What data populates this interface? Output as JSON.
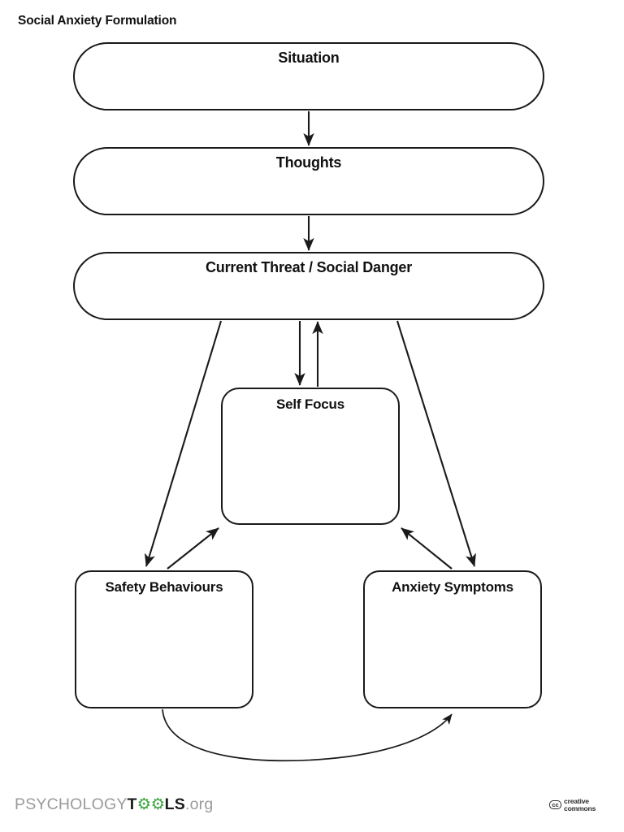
{
  "document": {
    "title": "Social Anxiety Formulation"
  },
  "diagram": {
    "type": "flowchart",
    "nodes": [
      {
        "id": "situation",
        "label": "Situation"
      },
      {
        "id": "thoughts",
        "label": "Thoughts"
      },
      {
        "id": "threat",
        "label": "Current Threat / Social Danger"
      },
      {
        "id": "self_focus",
        "label": "Self Focus"
      },
      {
        "id": "safety",
        "label": "Safety Behaviours"
      },
      {
        "id": "anxiety",
        "label": "Anxiety Symptoms"
      }
    ],
    "edges": [
      {
        "from": "situation",
        "to": "thoughts",
        "style": "straight",
        "direction": "one-way"
      },
      {
        "from": "thoughts",
        "to": "threat",
        "style": "straight",
        "direction": "one-way"
      },
      {
        "from": "threat",
        "to": "self_focus",
        "style": "straight",
        "direction": "one-way"
      },
      {
        "from": "self_focus",
        "to": "threat",
        "style": "straight",
        "direction": "one-way"
      },
      {
        "from": "threat",
        "to": "safety",
        "style": "diagonal",
        "direction": "one-way"
      },
      {
        "from": "threat",
        "to": "anxiety",
        "style": "diagonal",
        "direction": "one-way"
      },
      {
        "from": "safety",
        "to": "self_focus",
        "style": "diagonal",
        "direction": "one-way"
      },
      {
        "from": "anxiety",
        "to": "self_focus",
        "style": "diagonal",
        "direction": "one-way"
      },
      {
        "from": "safety",
        "to": "anxiety",
        "style": "curved",
        "direction": "one-way"
      }
    ]
  },
  "footer": {
    "brand": {
      "part_1": "PSYCHOLOGY",
      "part_2": "T",
      "gears": "⚙⚙",
      "part_3": "LS",
      "suffix": ".org"
    },
    "license": {
      "badge": "cc",
      "line_1": "creative",
      "line_2": "commons"
    }
  },
  "colors": {
    "ink": "#1a1a1a",
    "paper": "#ffffff",
    "brand_gray": "#9a9a9a",
    "brand_green": "#3aa540"
  }
}
